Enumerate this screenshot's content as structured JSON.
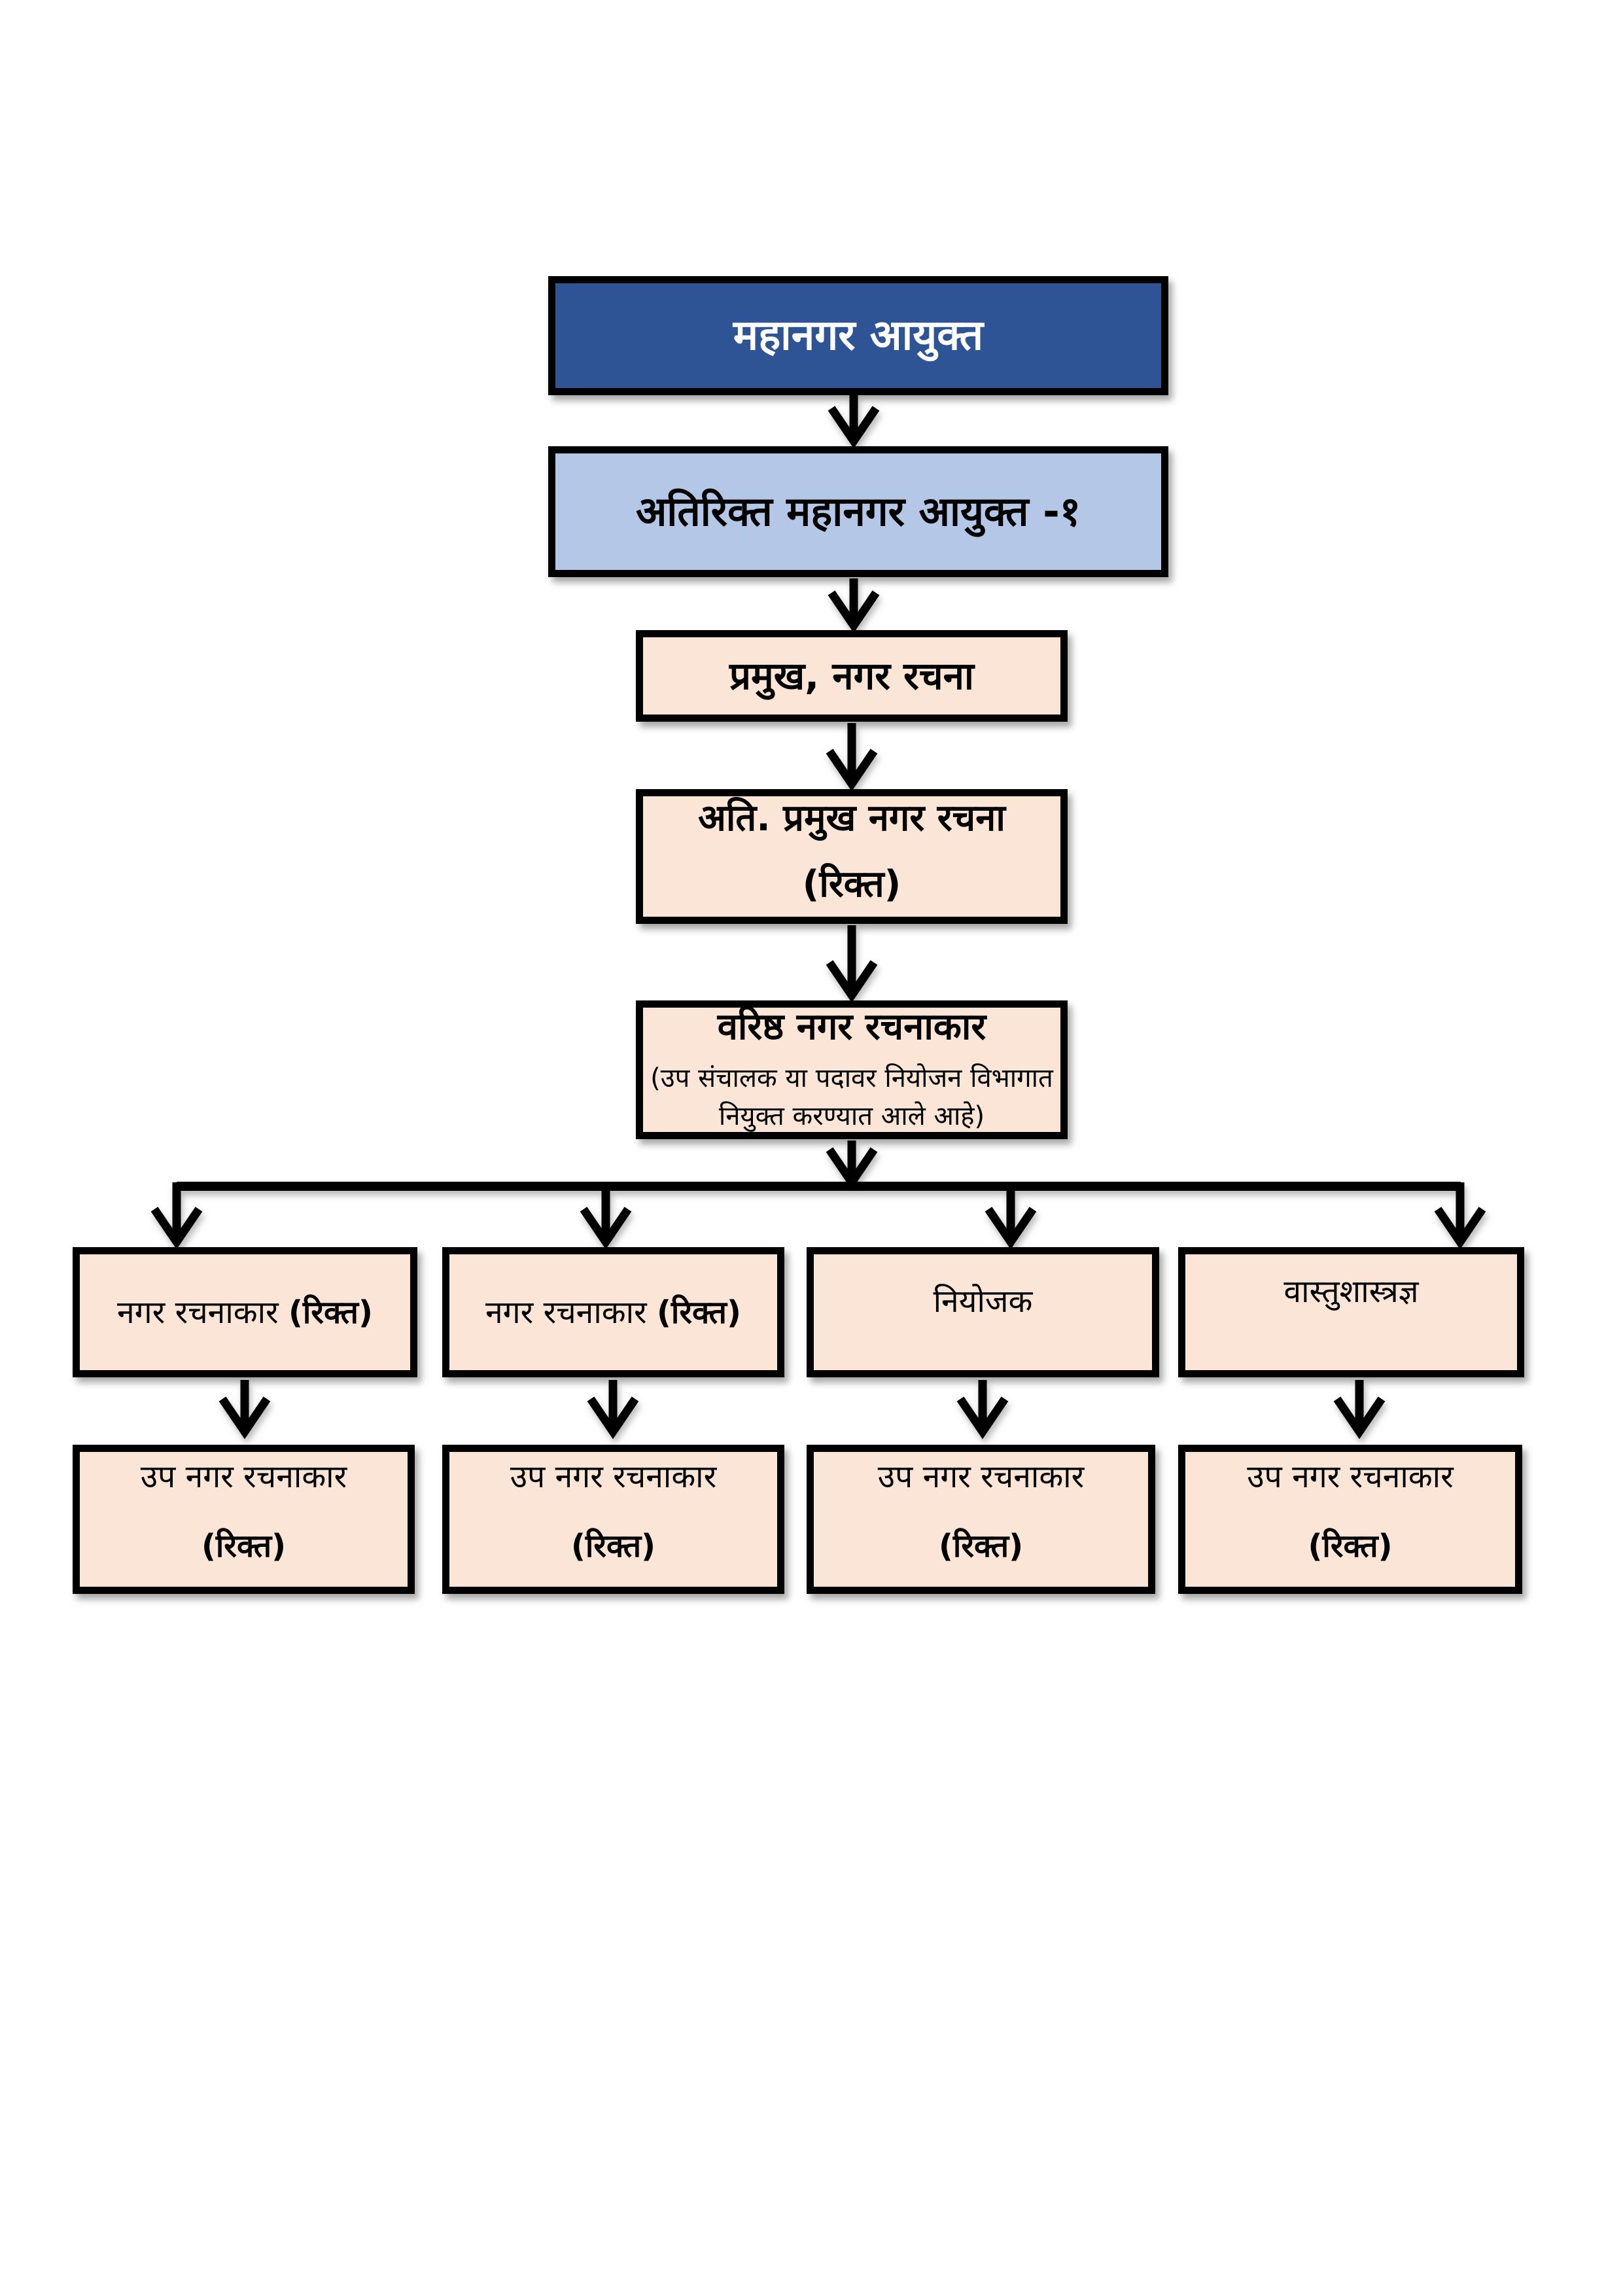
{
  "colors": {
    "page_background": "#FFFFFF",
    "level1_fill": "#2E5496",
    "level1_text": "#FFFFFF",
    "level2_fill": "#B4C7E7",
    "lower_fill": "#FBE5D6",
    "border": "#000000",
    "arrow": "#000000"
  },
  "org_chart": {
    "level1": {
      "label": "महानगर आयुक्त"
    },
    "level2": {
      "label": "अतिरिक्त महानगर आयुक्त -१"
    },
    "level3": {
      "label": "प्रमुख, नगर रचना"
    },
    "level4": {
      "label": "अति. प्रमुख नगर रचना",
      "vacancy": "(रिक्त)"
    },
    "level5": {
      "label": "वरिष्ठ नगर रचनाकार",
      "note_line1": "(उप संचालक या पदावर नियोजन विभागात",
      "note_line2": "नियुक्त करण्यात आले आहे)"
    },
    "level6": [
      {
        "label": "नगर रचनाकार",
        "vacancy": "(रिक्त)"
      },
      {
        "label": "नगर रचनाकार",
        "vacancy": "(रिक्त)"
      },
      {
        "label": "नियोजक",
        "vacancy": ""
      },
      {
        "label": "वास्तुशास्त्रज्ञ",
        "vacancy": ""
      }
    ],
    "level7": [
      {
        "label": "उप नगर रचनाकार",
        "vacancy": "(रिक्त)"
      },
      {
        "label": "उप नगर रचनाकार",
        "vacancy": "(रिक्त)"
      },
      {
        "label": "उप नगर रचनाकार",
        "vacancy": "(रिक्त)"
      },
      {
        "label": "उप नगर रचनाकार",
        "vacancy": "(रिक्त)"
      }
    ]
  }
}
